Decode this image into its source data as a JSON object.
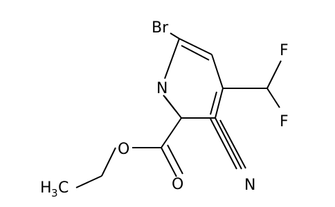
{
  "molecule": {
    "atom_labels": {
      "bromine": "Br",
      "ring_nitrogen": "N",
      "fluorine_top": "F",
      "fluorine_bottom": "F",
      "ester_oxygen": "O",
      "carbonyl_oxygen": "O",
      "nitrile_nitrogen": "N",
      "methyl_main": "H",
      "methyl_sub": "3",
      "methyl_carbon": "C"
    }
  }
}
